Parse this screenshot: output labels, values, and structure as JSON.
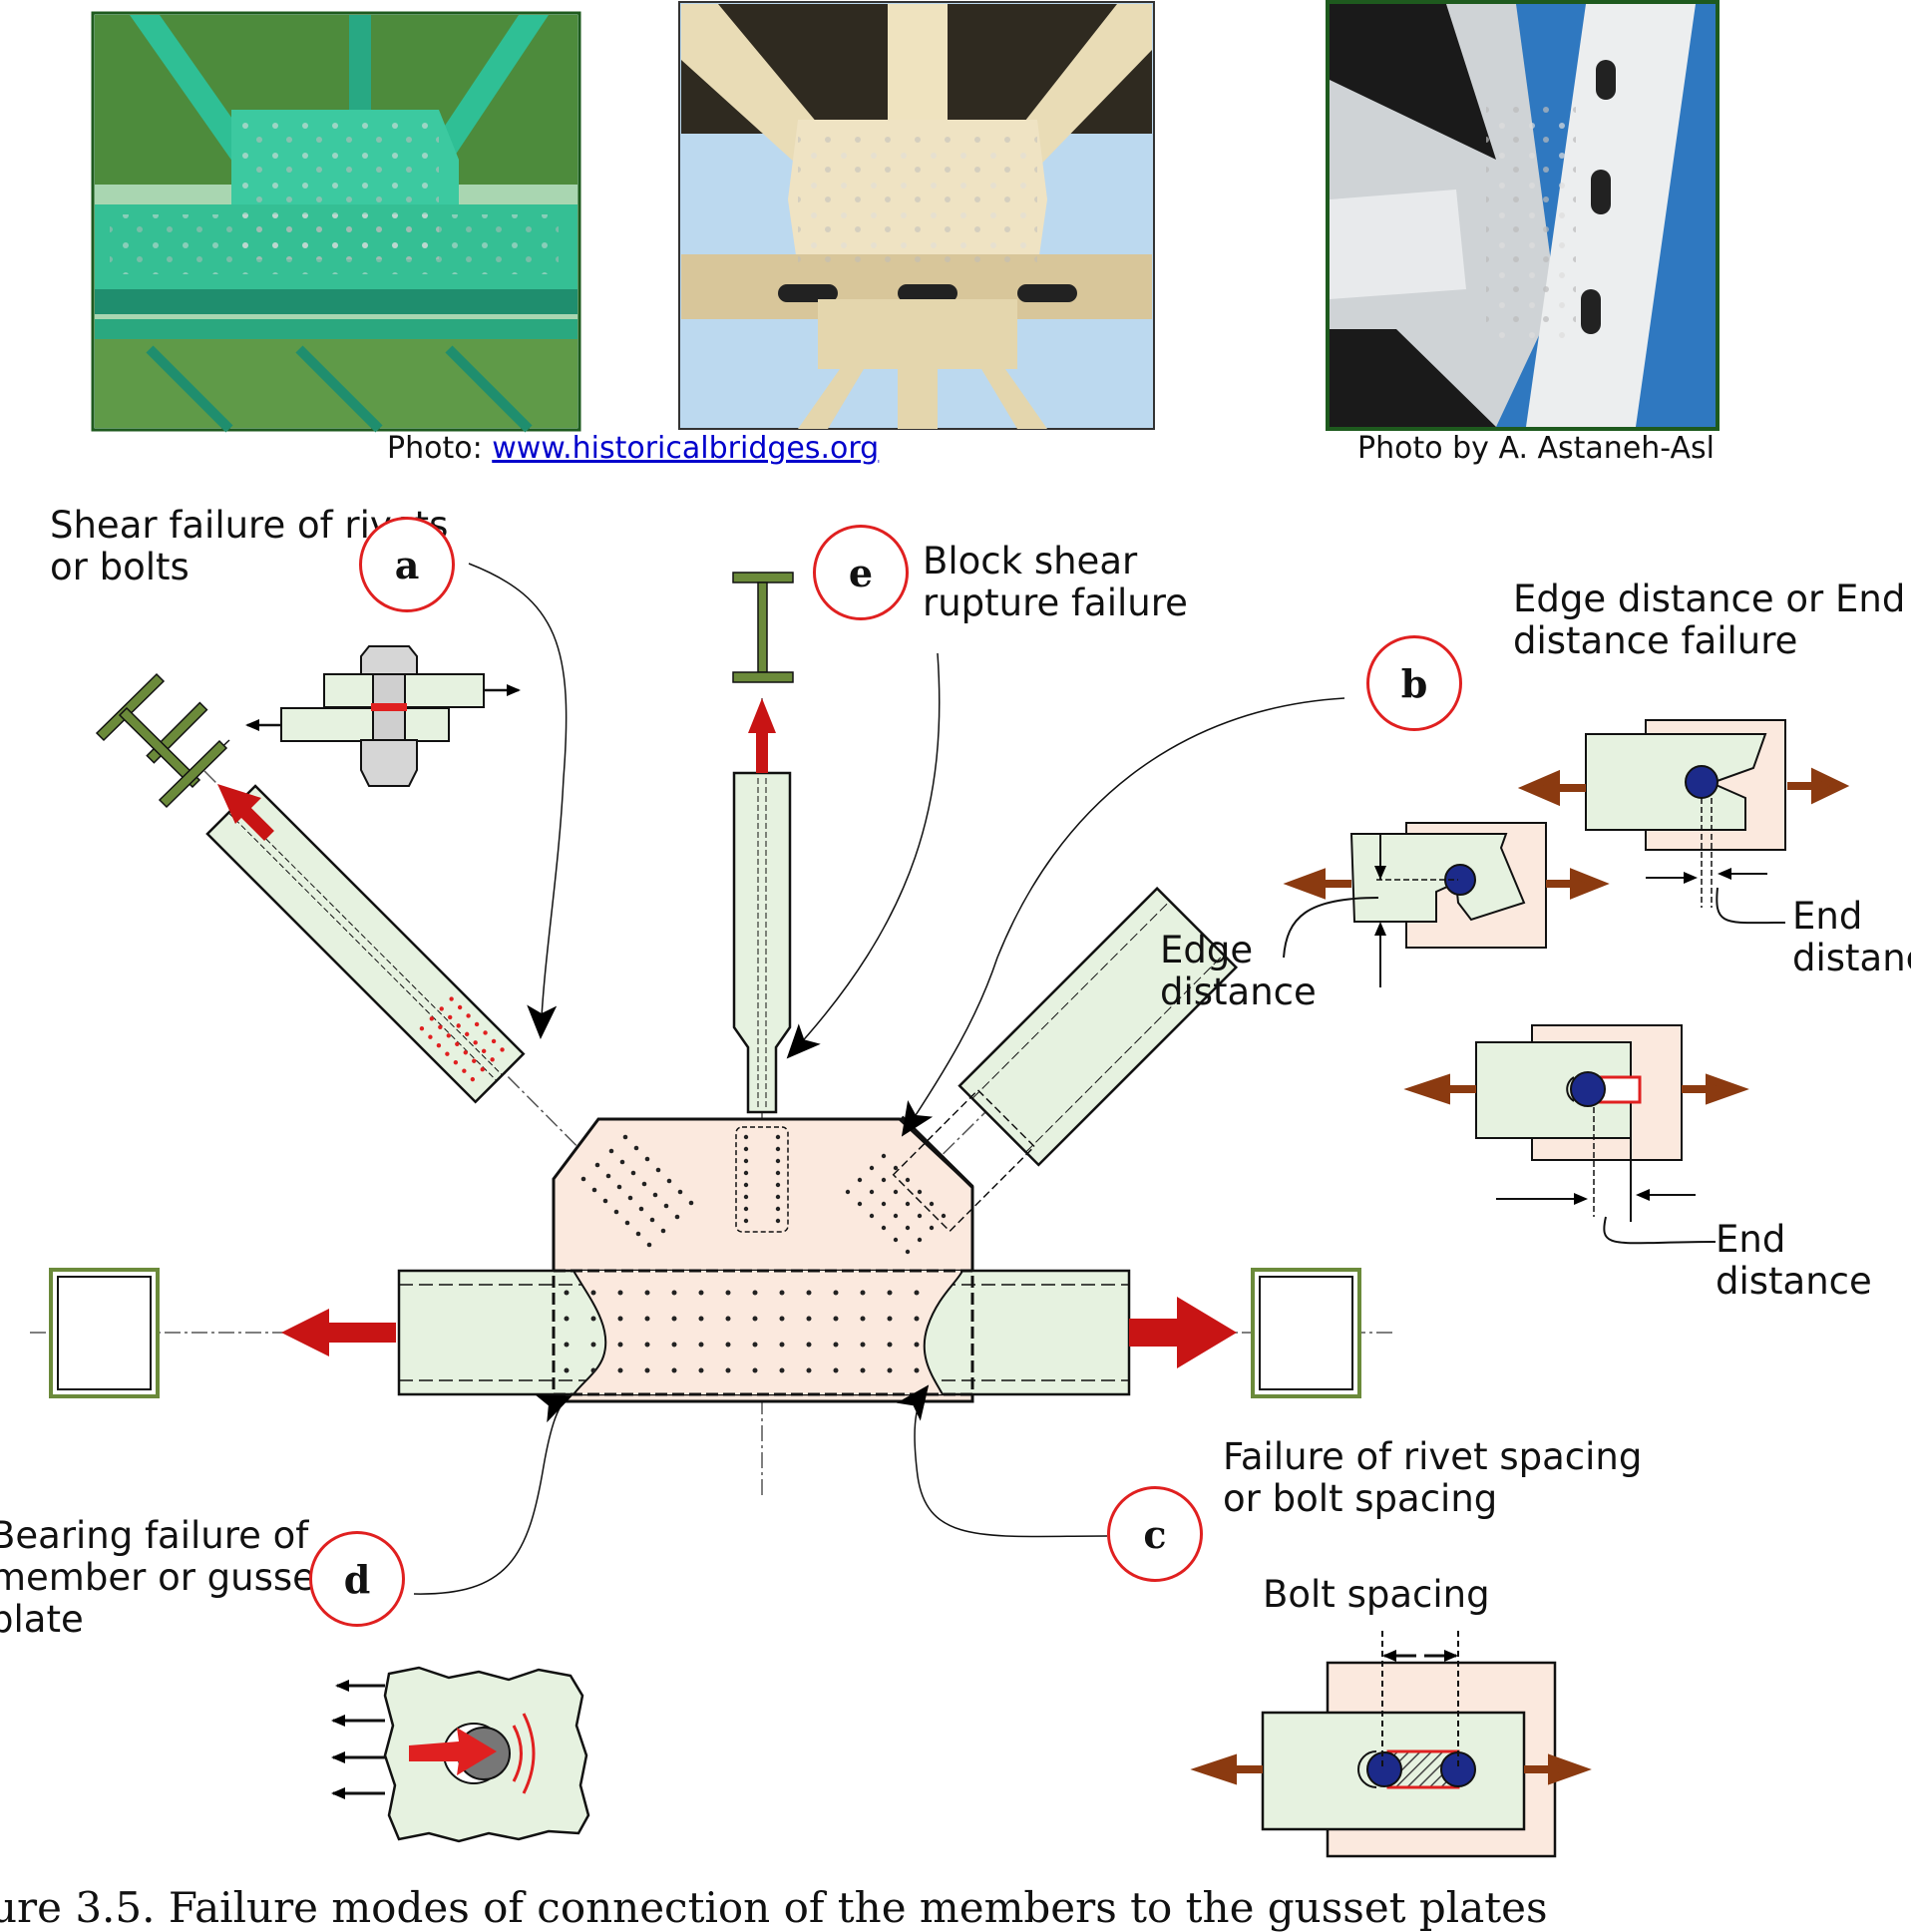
{
  "photos": {
    "credit_historic_prefix": "Photo:",
    "credit_historic_link": "www.historicalbridges.org",
    "credit_astaneh": "Photo by A. Astaneh-Asl"
  },
  "modes": {
    "a": {
      "letter": "a",
      "label_line1": "Shear failure of rivets",
      "label_line2": "or bolts"
    },
    "b": {
      "letter": "b",
      "label_line1": "Edge distance or End",
      "label_line2": "distance failure"
    },
    "c": {
      "letter": "c",
      "label_line1": "Failure of rivet spacing",
      "label_line2": "or bolt spacing"
    },
    "d": {
      "letter": "d",
      "label_line1": "Bearing failure of",
      "label_line2": "member or gusset",
      "label_line3": "plate"
    },
    "e": {
      "letter": "e",
      "label_line1": "Block shear",
      "label_line2": "rupture failure"
    }
  },
  "details": {
    "edge_distance_line1": "Edge",
    "edge_distance_line2": "distance",
    "end_distance_1_line1": "End",
    "end_distance_1_line2": "distanc",
    "end_distance_2_line1": "End",
    "end_distance_2_line2": "distance",
    "bolt_spacing": "Bolt spacing"
  },
  "figure_caption": "ure 3.5. Failure modes of connection of the members to the gusset plates",
  "colors": {
    "member_fill": "#e6f2e0",
    "gusset_fill": "#fbe9de",
    "force_arrow": "#c81414",
    "plate_arrow": "#8b3a10",
    "bolt": "#1c2a8a",
    "mode_circle": "#e02020",
    "section_green": "#6b8a3a"
  }
}
